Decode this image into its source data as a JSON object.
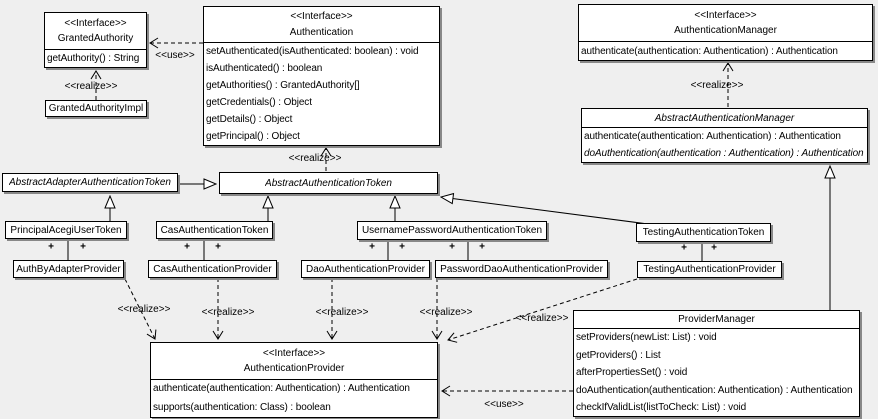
{
  "labels": {
    "use": "<<use>>",
    "realize": "<<realize>>",
    "plus": "+"
  },
  "colors": {
    "background": "#efefef",
    "box_fill": "#ffffff",
    "line": "#000000",
    "shadow": "#888888"
  },
  "classes": {
    "granted_authority": {
      "stereotype": "<<Interface>>",
      "name": "GrantedAuthority",
      "methods": [
        "getAuthority() : String"
      ]
    },
    "granted_authority_impl": {
      "name": "GrantedAuthorityImpl"
    },
    "authentication": {
      "stereotype": "<<Interface>>",
      "name": "Authentication",
      "methods": [
        "setAuthenticated(isAuthenticated: boolean) : void",
        "isAuthenticated() : boolean",
        "getAuthorities() : GrantedAuthority[]",
        "getCredentials() : Object",
        "getDetails() : Object",
        "getPrincipal() : Object"
      ]
    },
    "authentication_manager": {
      "stereotype": "<<Interface>>",
      "name": "AuthenticationManager",
      "methods": [
        "authenticate(authentication: Authentication) : Authentication"
      ]
    },
    "abstract_authentication_manager": {
      "name": "AbstractAuthenticationManager",
      "methods": [
        "authenticate(authentication: Authentication) : Authentication",
        "doAuthentication(authentication : Authentication) : Authentication"
      ]
    },
    "abstract_adapter_authentication_token": {
      "name": "AbstractAdapterAuthenticationToken"
    },
    "abstract_authentication_token": {
      "name": "AbstractAuthenticationToken"
    },
    "principal_acegi_user_token": {
      "name": "PrincipalAcegiUserToken"
    },
    "cas_authentication_token": {
      "name": "CasAuthenticationToken"
    },
    "username_password_authentication_token": {
      "name": "UsernamePasswordAuthenticationToken"
    },
    "testing_authentication_token": {
      "name": "TestingAuthenticationToken"
    },
    "auth_by_adapter_provider": {
      "name": "AuthByAdapterProvider"
    },
    "cas_authentication_provider": {
      "name": "CasAuthenticationProvider"
    },
    "dao_authentication_provider": {
      "name": "DaoAuthenticationProvider"
    },
    "password_dao_authentication_provider": {
      "name": "PasswordDaoAuthenticationProvider"
    },
    "testing_authentication_provider": {
      "name": "TestingAuthenticationProvider"
    },
    "authentication_provider": {
      "stereotype": "<<Interface>>",
      "name": "AuthenticationProvider",
      "methods": [
        "authenticate(authentication: Authentication) : Authentication",
        "supports(authentication: Class) : boolean"
      ]
    },
    "provider_manager": {
      "name": "ProviderManager",
      "methods": [
        "setProviders(newList: List) : void",
        "getProviders() : List",
        "afterPropertiesSet() : void",
        "doAuthentication(authentication: Authentication) : Authentication",
        "checkIfValidList(listToCheck: List) : void"
      ]
    }
  }
}
